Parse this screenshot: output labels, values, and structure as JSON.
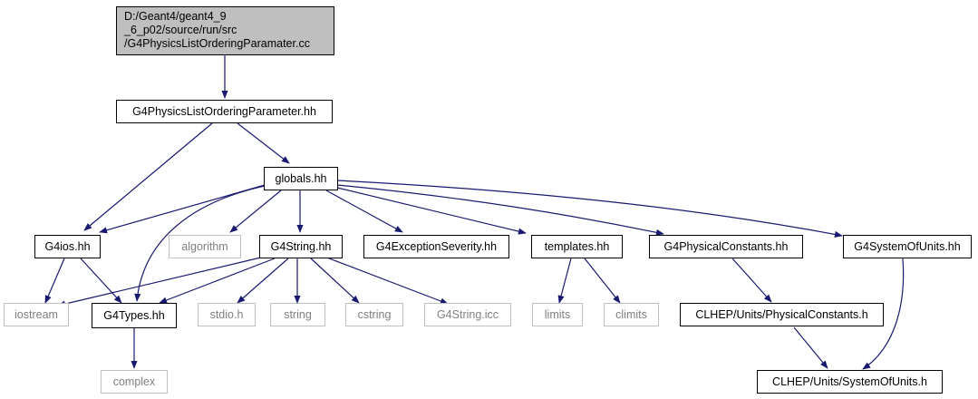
{
  "diagram": {
    "colors": {
      "edge": "#191970",
      "root_fill": "#bfbfbf",
      "node_border": "#000000",
      "external_border": "#bfbfbf",
      "external_text": "#808080",
      "text": "#000000"
    },
    "root": {
      "lines": [
        "D:/Geant4/geant4_9",
        "_6_p02/source/run/src",
        "/G4PhysicsListOrderingParamater.cc"
      ]
    },
    "nodes": {
      "physics_list_ordering_parameter": "G4PhysicsListOrderingParameter.hh",
      "globals": "globals.hh",
      "g4ios": "G4ios.hh",
      "algorithm": "algorithm",
      "g4string": "G4String.hh",
      "g4exception_severity": "G4ExceptionSeverity.hh",
      "templates": "templates.hh",
      "g4physical_constants": "G4PhysicalConstants.hh",
      "g4system_of_units": "G4SystemOfUnits.hh",
      "iostream": "iostream",
      "g4types": "G4Types.hh",
      "stdio": "stdio.h",
      "string": "string",
      "cstring": "cstring",
      "g4string_icc": "G4String.icc",
      "limits": "limits",
      "climits": "climits",
      "clhep_physical_constants": "CLHEP/Units/PhysicalConstants.h",
      "complex": "complex",
      "clhep_system_of_units": "CLHEP/Units/SystemOfUnits.h"
    }
  }
}
